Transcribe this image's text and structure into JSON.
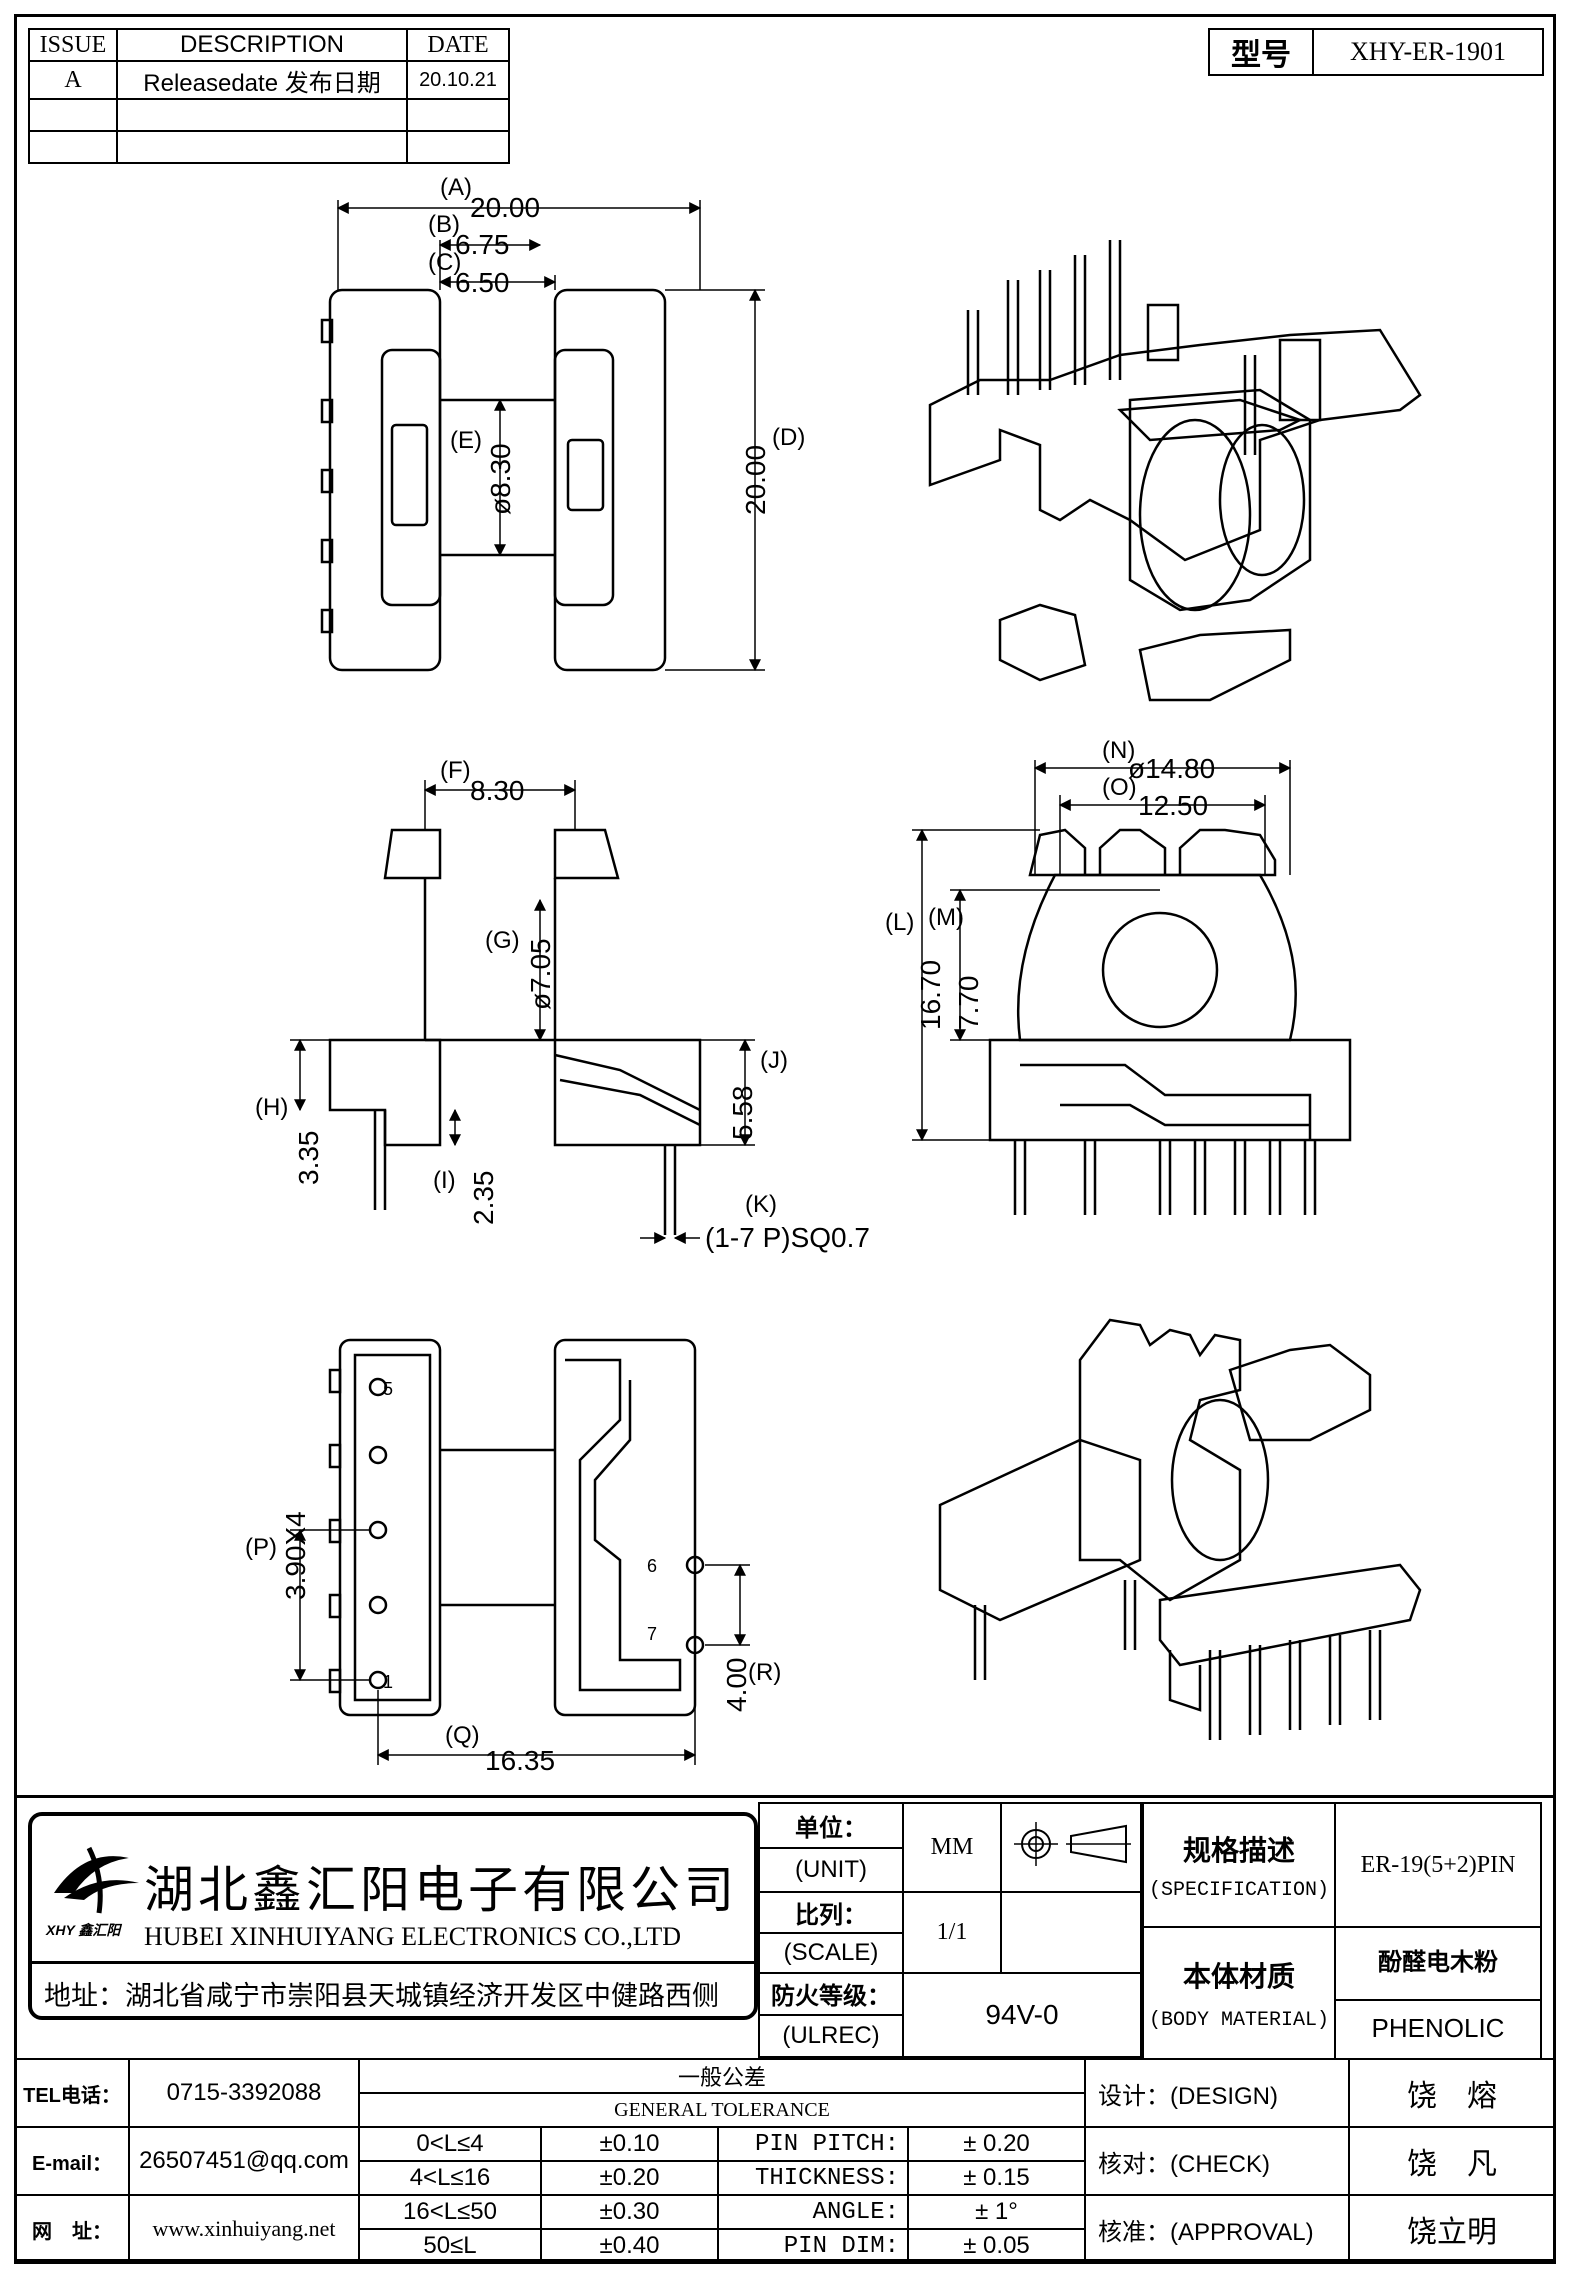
{
  "revision_table": {
    "headers": [
      "ISSUE",
      "DESCRIPTION",
      "DATE"
    ],
    "rows": [
      [
        "A",
        "Releasedate 发布日期",
        "20.10.21"
      ],
      [
        "",
        "",
        ""
      ],
      [
        "",
        "",
        ""
      ]
    ]
  },
  "model": {
    "label": "型号",
    "value": "XHY-ER-1901"
  },
  "dimensions": {
    "A": {
      "tag": "(A)",
      "value": "20.00"
    },
    "B": {
      "tag": "(B)",
      "value": "6.75"
    },
    "C": {
      "tag": "(C)",
      "value": "6.50"
    },
    "D": {
      "tag": "(D)",
      "value": "20.00"
    },
    "E": {
      "tag": "(E)",
      "value": "ø8.30"
    },
    "F": {
      "tag": "(F)",
      "value": "8.30"
    },
    "G": {
      "tag": "(G)",
      "value": "ø7.05"
    },
    "H": {
      "tag": "(H)",
      "value": "3.35"
    },
    "I": {
      "tag": "(I)",
      "value": "2.35"
    },
    "J": {
      "tag": "(J)",
      "value": "5.58"
    },
    "K": {
      "tag": "(K)",
      "value": "(1-7 P)SQ0.7"
    },
    "L": {
      "tag": "(L)",
      "value": "16.70"
    },
    "M": {
      "tag": "(M)",
      "value": "7.70"
    },
    "N": {
      "tag": "(N)",
      "value": "ø14.80"
    },
    "O": {
      "tag": "(O)",
      "value": "12.50"
    },
    "P": {
      "tag": "(P)",
      "value": "3.90X4"
    },
    "Q": {
      "tag": "(Q)",
      "value": "16.35"
    },
    "R": {
      "tag": "(R)",
      "value": "4.00"
    }
  },
  "pin_numbers": [
    "5",
    "1",
    "6",
    "7"
  ],
  "company": {
    "name_cn": "湖北鑫汇阳电子有限公司",
    "name_en": "HUBEI XINHUIYANG ELECTRONICS CO.,LTD",
    "logo_text": "XHY 鑫汇阳",
    "address": "地址：湖北省咸宁市崇阳县天城镇经济开发区中健路西侧"
  },
  "unit": {
    "label_cn": "单位：",
    "label_en": "(UNIT)",
    "value": "MM"
  },
  "scale": {
    "label_cn": "比列：",
    "label_en": "(SCALE)",
    "value": "1/1"
  },
  "flame": {
    "label_cn": "防火等级：",
    "label_en": "(ULREC)",
    "value": "94V-0"
  },
  "specification": {
    "label_cn": "规格描述",
    "label_en": "(SPECIFICATION)",
    "value": "ER-19(5+2)PIN"
  },
  "body_material": {
    "label_cn": "本体材质",
    "label_en": "(BODY MATERIAL)",
    "value_cn": "酚醛电木粉",
    "value_en": "PHENOLIC"
  },
  "contact": {
    "tel_label": "TEL电话：",
    "tel": "0715-3392088",
    "email_label": "E-mail：",
    "email": "26507451@qq.com",
    "web_label": "网　址：",
    "web": "www.xinhuiyang.net"
  },
  "tolerance": {
    "title_cn": "一般公差",
    "title_en": "GENERAL TOLERANCE",
    "ranges": [
      {
        "range": "0<L≤4",
        "tol": "±0.10"
      },
      {
        "range": "4<L≤16",
        "tol": "±0.20"
      },
      {
        "range": "16<L≤50",
        "tol": "±0.30"
      },
      {
        "range": "50≤L",
        "tol": "±0.40"
      }
    ],
    "specs": [
      {
        "name": "PIN PITCH:",
        "tol": "± 0.20"
      },
      {
        "name": "THICKNESS:",
        "tol": "± 0.15"
      },
      {
        "name": "ANGLE:",
        "tol": "± 1°"
      },
      {
        "name": "PIN DIM:",
        "tol": "± 0.05"
      }
    ]
  },
  "signoff": {
    "design_label": "设计：(DESIGN)",
    "design": "饶　熔",
    "check_label": "核对：(CHECK)",
    "check": "饶　凡",
    "approval_label": "核准：(APPROVAL)",
    "approval": "饶立明"
  }
}
